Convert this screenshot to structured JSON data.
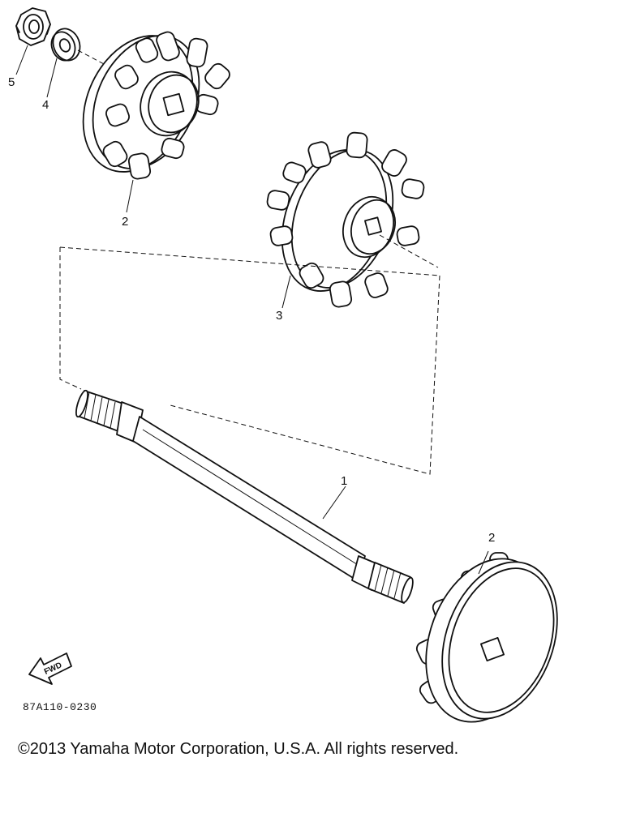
{
  "callouts": {
    "part_5": "5",
    "part_4": "4",
    "part_2_top": "2",
    "part_3": "3",
    "part_1": "1",
    "part_2_bottom": "2"
  },
  "fwd_label": "FWD",
  "diagram_code": "87A110-0230",
  "copyright": "©2013 Yamaha Motor Corporation, U.S.A. All rights reserved."
}
